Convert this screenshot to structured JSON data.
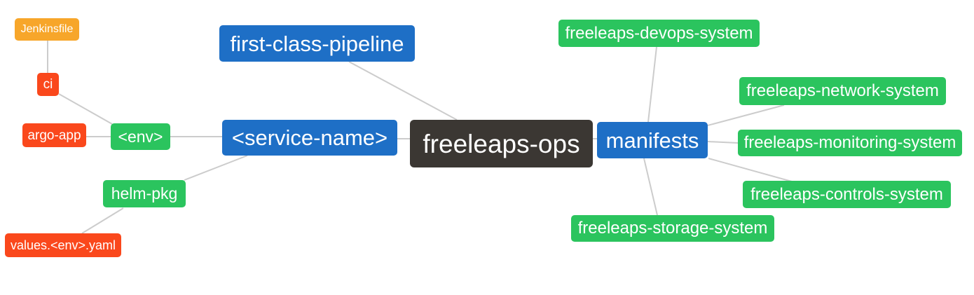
{
  "palette": {
    "root_bg": "#3b3733",
    "blue": "#1e6fc6",
    "green": "#2bc45e",
    "red": "#fa481c",
    "orange": "#f7a62a",
    "node_text": "#ffffff",
    "connector": "#cccccc",
    "background": "#ffffff"
  },
  "diagram": {
    "type": "mindmap",
    "root": "freeleaps-ops",
    "nodes": [
      {
        "id": "jenkinsfile",
        "label": "Jenkinsfile",
        "color": "orange"
      },
      {
        "id": "ci",
        "label": "ci",
        "color": "red"
      },
      {
        "id": "argo-app",
        "label": "argo-app",
        "color": "red"
      },
      {
        "id": "env",
        "label": "<env>",
        "color": "green"
      },
      {
        "id": "helm-pkg",
        "label": "helm-pkg",
        "color": "green"
      },
      {
        "id": "values-env-yaml",
        "label": "values.<env>.yaml",
        "color": "red"
      },
      {
        "id": "first-class-pipeline",
        "label": "first-class-pipeline",
        "color": "blue"
      },
      {
        "id": "service-name",
        "label": "<service-name>",
        "color": "blue"
      },
      {
        "id": "freeleaps-ops",
        "label": "freeleaps-ops",
        "color": "root_bg"
      },
      {
        "id": "manifests",
        "label": "manifests",
        "color": "blue"
      },
      {
        "id": "devops-system",
        "label": "freeleaps-devops-system",
        "color": "green"
      },
      {
        "id": "network-system",
        "label": "freeleaps-network-system",
        "color": "green"
      },
      {
        "id": "monitoring-system",
        "label": "freeleaps-monitoring-system",
        "color": "green"
      },
      {
        "id": "controls-system",
        "label": "freeleaps-controls-system",
        "color": "green"
      },
      {
        "id": "storage-system",
        "label": "freeleaps-storage-system",
        "color": "green"
      }
    ],
    "edges": [
      {
        "from": "jenkinsfile",
        "to": "ci"
      },
      {
        "from": "ci",
        "to": "env"
      },
      {
        "from": "argo-app",
        "to": "env"
      },
      {
        "from": "env",
        "to": "service-name"
      },
      {
        "from": "values-env-yaml",
        "to": "helm-pkg"
      },
      {
        "from": "helm-pkg",
        "to": "service-name"
      },
      {
        "from": "first-class-pipeline",
        "to": "freeleaps-ops"
      },
      {
        "from": "service-name",
        "to": "freeleaps-ops"
      },
      {
        "from": "freeleaps-ops",
        "to": "manifests"
      },
      {
        "from": "manifests",
        "to": "devops-system"
      },
      {
        "from": "manifests",
        "to": "network-system"
      },
      {
        "from": "manifests",
        "to": "monitoring-system"
      },
      {
        "from": "manifests",
        "to": "controls-system"
      },
      {
        "from": "manifests",
        "to": "storage-system"
      }
    ]
  }
}
